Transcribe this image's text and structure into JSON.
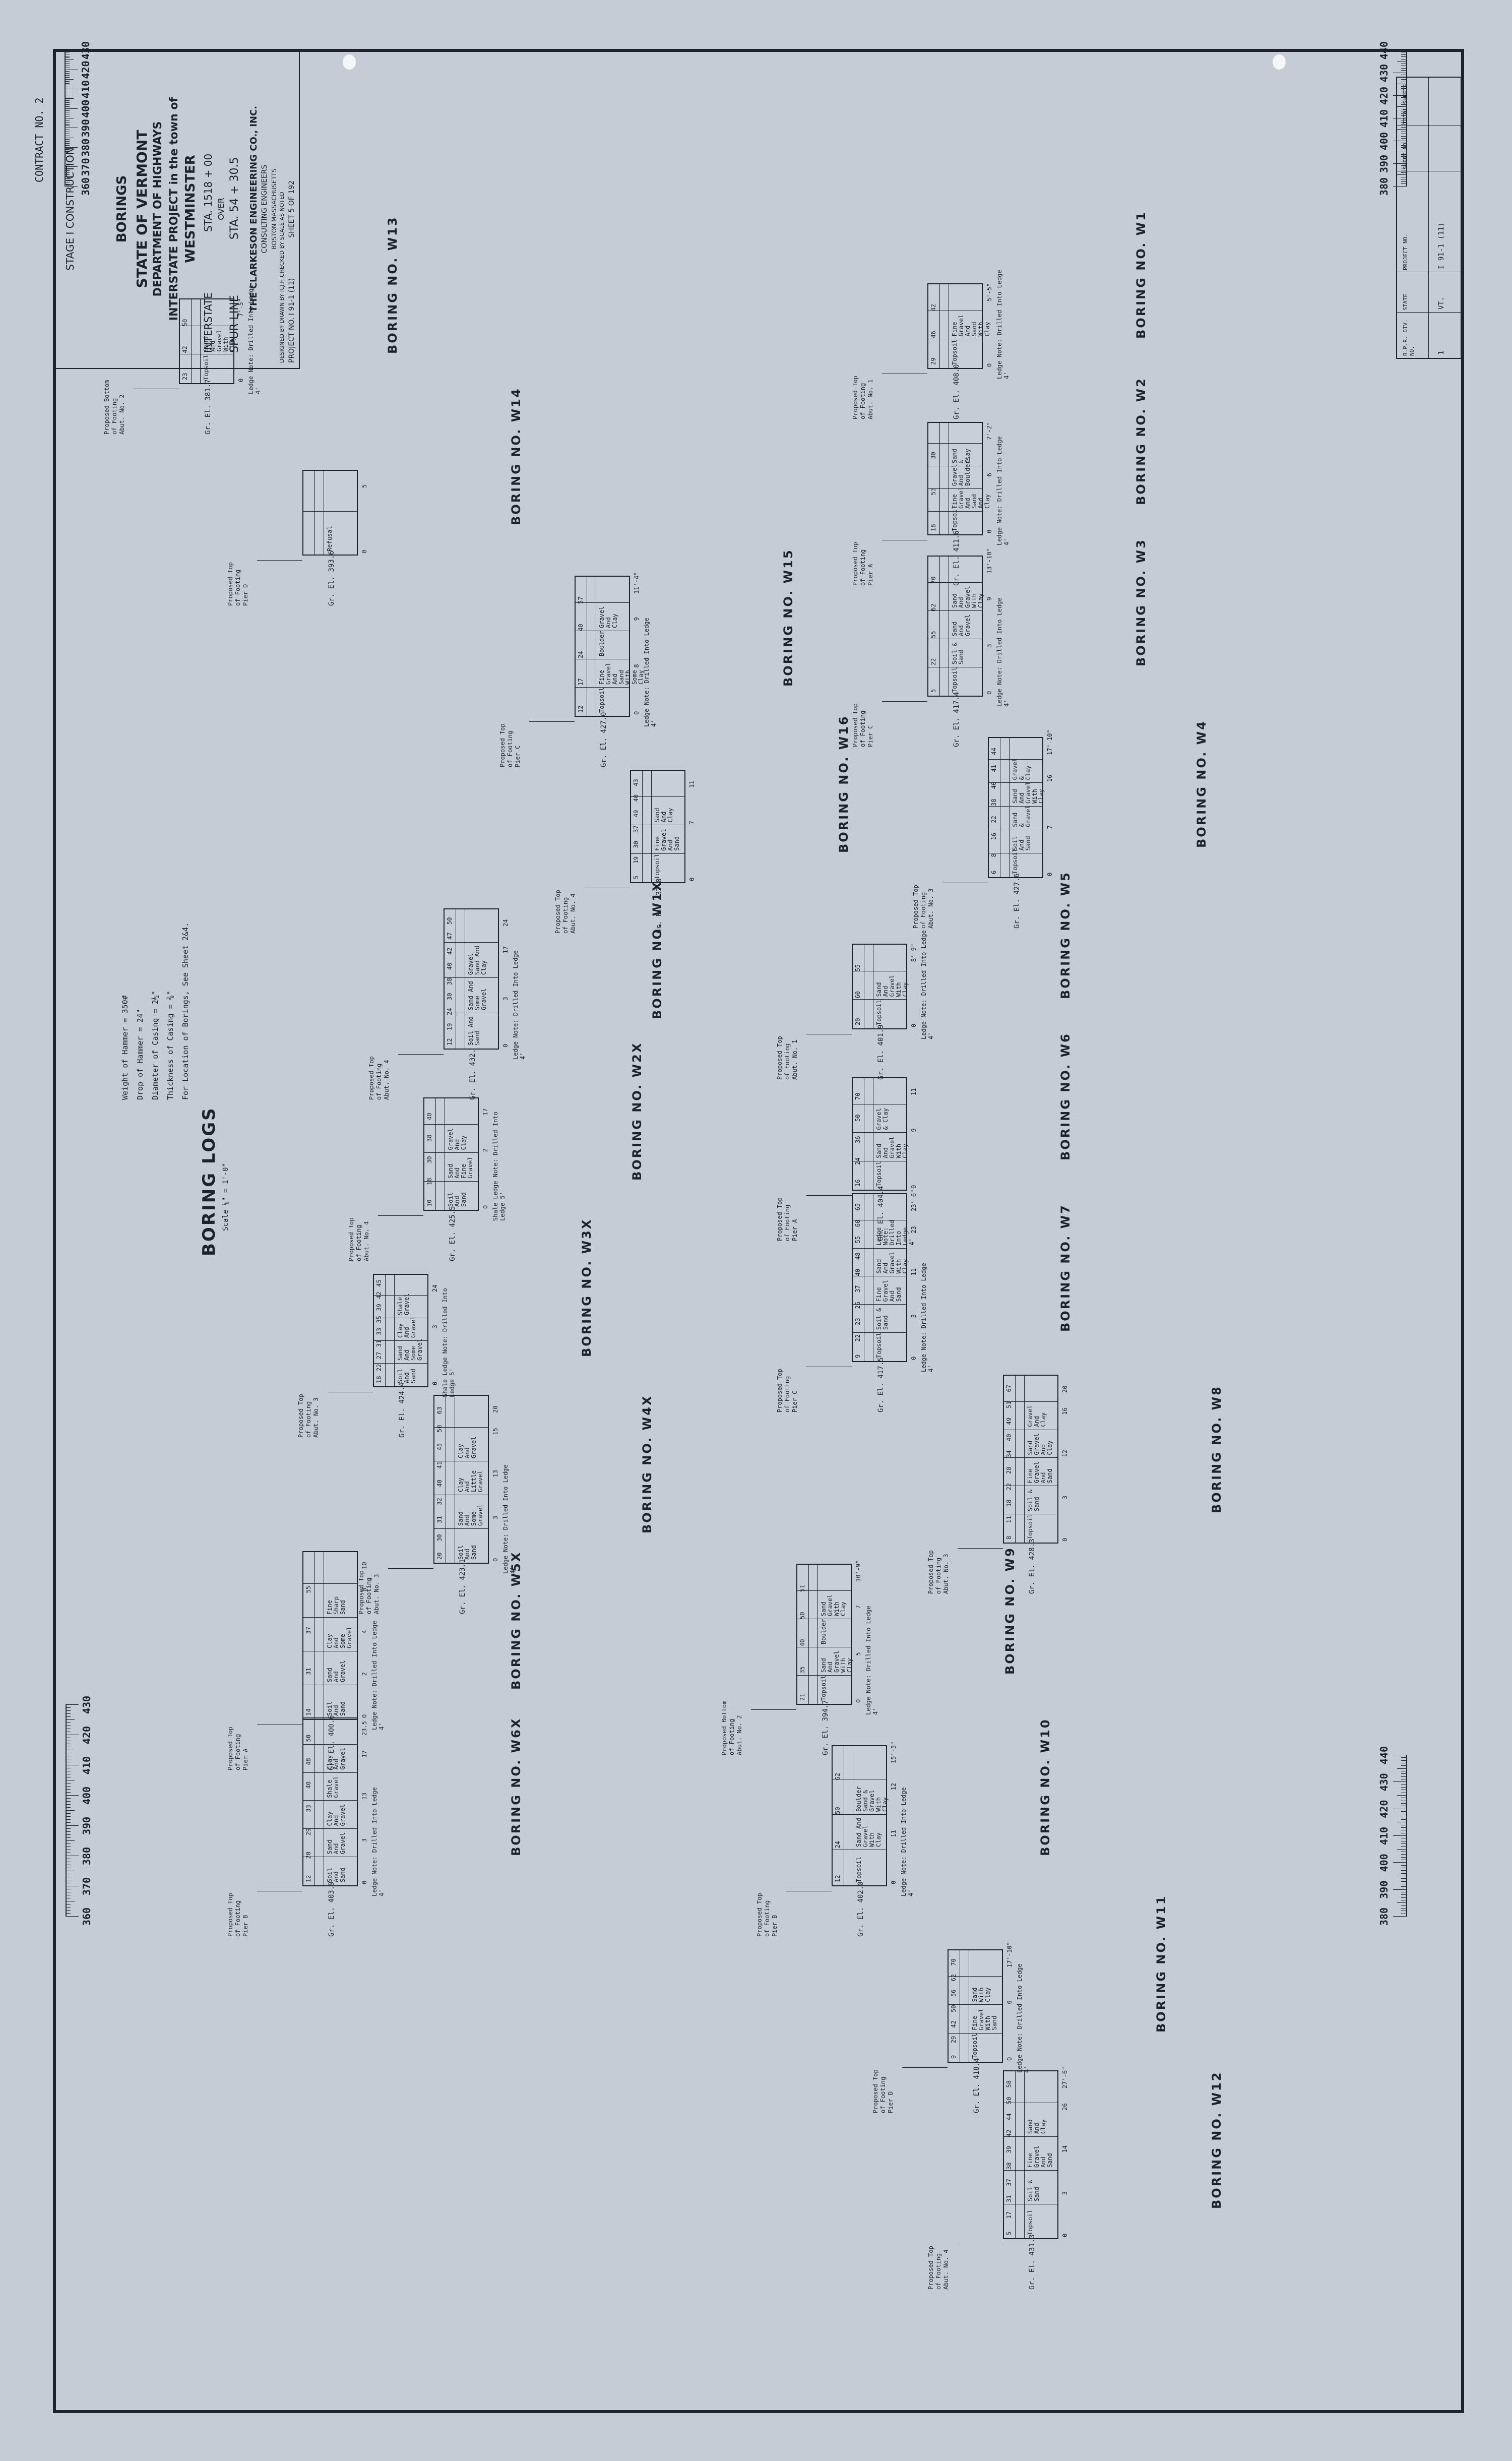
{
  "sheet": {
    "background": "#c4ccd6",
    "ink": "#1d232c",
    "paper": "#f4f6f8"
  },
  "headings": {
    "boring_logs": "BORING LOGS",
    "scale": "Scale ⅛\" = 1'-0\""
  },
  "notes": [
    "Weight of Hammer  =  350#",
    "Drop of Hammer  =  24\"",
    "Diameter of Casing  =  2½\"",
    "Thickness of Casing  =  ⅜\"",
    "For Location of Borings, See Sheet 2&4."
  ],
  "scales": {
    "right_top": [
      "380",
      "390",
      "400",
      "410",
      "420",
      "430",
      "440"
    ],
    "left_top": [
      "360",
      "370",
      "380",
      "390",
      "400",
      "410",
      "420",
      "430"
    ],
    "left_bottom": [
      "360",
      "370",
      "380",
      "390",
      "400",
      "410",
      "420",
      "430"
    ],
    "right_bottom": [
      "380",
      "390",
      "400",
      "410",
      "420",
      "430",
      "440"
    ]
  },
  "borings": [
    {
      "name": "BORING NO. W1",
      "elevation": "Gr. El. 408.0",
      "soils": [
        "Topsoil",
        "Fine Gravel And Sand With Clay"
      ],
      "depths": [
        "0",
        "5'-5\""
      ],
      "rock": "Ledge Note: Drilled Into Ledge 4'",
      "blows": [
        "29",
        "46",
        "42"
      ],
      "footing": [
        "Proposed Top",
        "of Footing",
        "Abut. No. 1"
      ]
    },
    {
      "name": "BORING NO. W2",
      "elevation": "Gr. El. 411.6",
      "soils": [
        "Topsoil",
        "Fine Gravel And Sand And Clay",
        "Gravel And Boulders",
        "Sand & Clay"
      ],
      "depths": [
        "0",
        "6",
        "7'-2\""
      ],
      "rock": "Ledge Note: Drilled Into Ledge 4'",
      "blows": [
        "18",
        "53",
        "30"
      ],
      "footing": [
        "Proposed Top",
        "of Footing",
        "Pier A"
      ]
    },
    {
      "name": "BORING NO. W3",
      "elevation": "Gr. El. 417.4",
      "soils": [
        "Topsoil",
        "Soil & Sand",
        "Sand And Gravel",
        "Sand And Gravel With Clay"
      ],
      "depths": [
        "0",
        "3",
        "9",
        "13'-10\""
      ],
      "rock": "Ledge Note: Drilled Into Ledge 4'",
      "blows": [
        "5",
        "22",
        "55",
        "62",
        "70"
      ],
      "footing": [
        "Proposed Top",
        "of Footing",
        "Pier C"
      ]
    },
    {
      "name": "BORING NO. W4",
      "elevation": "Gr. El. 427.6",
      "soils": [
        "Topsoil",
        "Soil And Sand",
        "Sand & Gravel",
        "Sand And Gravel With Clay",
        "Gravel & Clay"
      ],
      "depths": [
        "0",
        "7",
        "16",
        "17'-10\""
      ],
      "rock": "",
      "blows": [
        "6",
        "8",
        "16",
        "22",
        "38",
        "40",
        "41",
        "44"
      ],
      "footing": [
        "Proposed Top",
        "of Footing",
        "Abut. No. 3"
      ]
    },
    {
      "name": "BORING NO. W5",
      "elevation": "Gr. El. 401.9",
      "soils": [
        "Topsoil",
        "Sand And Gravel With Clay"
      ],
      "depths": [
        "0",
        "8'-9\""
      ],
      "rock": "Ledge Note: Drilled Into Ledge 4'",
      "blows": [
        "20",
        "60",
        "55"
      ],
      "footing": [
        "Proposed Top",
        "of Footing",
        "Abut. No. 1"
      ]
    },
    {
      "name": "BORING NO. W6",
      "elevation": "Gr. El. 404.4",
      "soils": [
        "Topsoil",
        "Sand And Gravel With Clay",
        "Gravel & Clay"
      ],
      "depths": [
        "0",
        "9",
        "11"
      ],
      "rock": "",
      "blows": [
        "16",
        "24",
        "36",
        "50",
        "70"
      ],
      "footing": [
        "Proposed Top",
        "of Footing",
        "Pier A"
      ]
    },
    {
      "name": "BORING NO. W7",
      "elevation": "Gr. El. 417.5",
      "soils": [
        "Topsoil",
        "Soil & Sand",
        "Fine Gravel And Sand",
        "Sand And Gravel With Clay",
        "Ledge Note: Drilled Into Ledge 4'"
      ],
      "depths": [
        "0",
        "3",
        "11",
        "23",
        "23'-6\""
      ],
      "rock": "Ledge Note: Drilled Into Ledge 4'",
      "blows": [
        "9",
        "22",
        "23",
        "26",
        "37",
        "40",
        "48",
        "55",
        "60",
        "65"
      ],
      "footing": [
        "Proposed Top",
        "of Footing",
        "Pier C"
      ]
    },
    {
      "name": "BORING NO. W8",
      "elevation": "Gr. El. 428.3",
      "soils": [
        "Topsoil",
        "Soil & Sand",
        "Fine Gravel And Sand",
        "Sand Gravel And Clay",
        "Gravel And Clay"
      ],
      "depths": [
        "0",
        "3",
        "12",
        "16",
        "20"
      ],
      "rock": "",
      "blows": [
        "8",
        "11",
        "18",
        "22",
        "28",
        "34",
        "40",
        "49",
        "51",
        "67"
      ],
      "footing": [
        "Proposed Top",
        "of Footing",
        "Abut. No. 3"
      ]
    },
    {
      "name": "BORING NO. W9",
      "elevation": "Gr. El. 394.7",
      "soils": [
        "Topsoil",
        "Sand And Gravel With Clay",
        "Boulder",
        "Sand Gravel With Clay"
      ],
      "depths": [
        "0",
        "5",
        "7",
        "10'-9\""
      ],
      "rock": "Ledge Note: Drilled Into Ledge 4'",
      "blows": [
        "21",
        "35",
        "40",
        "50",
        "51"
      ],
      "footing": [
        "Proposed Bottom",
        "of Footing",
        "Abut. No. 2"
      ]
    },
    {
      "name": "BORING NO. W10",
      "elevation": "Gr. El. 402.0",
      "soils": [
        "Topsoil",
        "Sand And Gravel With Clay",
        "Boulder Sand & Gravel With Clay"
      ],
      "depths": [
        "0",
        "11",
        "12",
        "15'-5\""
      ],
      "rock": "Ledge Note: Drilled Into Ledge 4'",
      "blows": [
        "12",
        "24",
        "50",
        "62"
      ],
      "footing": [
        "Proposed Top",
        "of Footing",
        "Pier B"
      ]
    },
    {
      "name": "BORING NO. W11",
      "elevation": "Gr. El. 418.4",
      "soils": [
        "Topsoil",
        "Fine Gravel With Sand",
        "Sand With Clay"
      ],
      "depths": [
        "0",
        "6",
        "17'-10\""
      ],
      "rock": "Ledge Note: Drilled Into Ledge 4'",
      "blows": [
        "9",
        "29",
        "42",
        "50",
        "56",
        "62",
        "70"
      ],
      "footing": [
        "Proposed Top",
        "of Footing",
        "Pier D"
      ]
    },
    {
      "name": "BORING NO. W12",
      "elevation": "Gr. El. 431.3",
      "soils": [
        "Topsoil",
        "Soil & Sand",
        "Fine Gravel And Sand",
        "Sand And Clay"
      ],
      "depths": [
        "0",
        "3",
        "14",
        "26",
        "27'-6\""
      ],
      "rock": "",
      "blows": [
        "5",
        "17",
        "31",
        "37",
        "38",
        "39",
        "42",
        "44",
        "50",
        "58"
      ],
      "footing": [
        "Proposed Top",
        "of Footing",
        "Abut. No. 4"
      ]
    },
    {
      "name": "BORING NO. W13",
      "elevation": "Gr. El. 381.7",
      "soils": [
        "Topsoil",
        "Sand And Gravel With Clay"
      ],
      "depths": [
        "0",
        "7'-5\""
      ],
      "rock": "Ledge Note: Drilled Into Ledge 4'",
      "blows": [
        "23",
        "42",
        "50"
      ],
      "footing": [
        "Proposed Bottom",
        "of Footing",
        "Abut. No. 2"
      ]
    },
    {
      "name": "BORING NO. W14",
      "elevation": "Gr. El. 393.6",
      "soils": [
        "Refusal"
      ],
      "depths": [
        "0",
        "5"
      ],
      "rock": "",
      "blows": [],
      "footing": [
        "Proposed Top",
        "of Footing",
        "Pier D"
      ]
    },
    {
      "name": "BORING NO. W15",
      "elevation": "Gr. El. 427.0",
      "soils": [
        "Topsoil",
        "Fine Gravel And Sand With Some Clay",
        "Boulder",
        "Gravel And Clay"
      ],
      "depths": [
        "0",
        "8",
        "9",
        "11'-4\""
      ],
      "rock": "Ledge Note: Drilled Into Ledge 4'",
      "blows": [
        "12",
        "17",
        "24",
        "40",
        "57"
      ],
      "footing": [
        "Proposed Top",
        "of Footing",
        "Pier C"
      ]
    },
    {
      "name": "BORING NO. W16",
      "elevation": "Gr. El. 437.0",
      "soils": [
        "Topsoil",
        "Fine Gravel And Sand",
        "Sand And Clay"
      ],
      "depths": [
        "0",
        "7",
        "11"
      ],
      "rock": "",
      "blows": [
        "5",
        "19",
        "30",
        "37",
        "49",
        "40",
        "43"
      ],
      "footing": [
        "Proposed Top",
        "of Footing",
        "Abut. No. 4"
      ]
    },
    {
      "name": "BORING NO. W1X",
      "elevation": "Gr. El. 432.",
      "soils": [
        "Soil And Sand",
        "Sand And Some Gravel",
        "Gravel Sand And Clay"
      ],
      "depths": [
        "0",
        "3",
        "17",
        "24"
      ],
      "rock": "Ledge Note: Drilled Into Ledge 4'",
      "blows": [
        "12",
        "19",
        "24",
        "30",
        "38",
        "40",
        "42",
        "47",
        "50"
      ],
      "footing": [
        "Proposed Top",
        "of Footing",
        "Abut. No. 4"
      ]
    },
    {
      "name": "BORING NO. W2X",
      "elevation": "Gr. El. 425.5",
      "soils": [
        "Soil And Sand",
        "Sand And Fine Gravel",
        "Gravel And Clay"
      ],
      "depths": [
        "0",
        "2",
        "17"
      ],
      "rock": "Shale Ledge Note: Drilled Into Ledge 5'",
      "blows": [
        "10",
        "18",
        "30",
        "38",
        "40"
      ],
      "footing": [
        "Proposed Top",
        "of Footing",
        "Abut. No. 4"
      ]
    },
    {
      "name": "BORING NO. W3X",
      "elevation": "Gr. El. 424.4",
      "soils": [
        "Soil And Sand",
        "Sand And Some Gravel",
        "Clay And Gravel",
        "Shale Gravel"
      ],
      "depths": [
        "0",
        "3",
        "24"
      ],
      "rock": "Shale Ledge Note: Drilled Into Ledge 5'",
      "blows": [
        "18",
        "22",
        "27",
        "31",
        "33",
        "35",
        "39",
        "42",
        "45"
      ],
      "footing": [
        "Proposed Top",
        "of Footing",
        "Abut. No. 3"
      ]
    },
    {
      "name": "BORING NO. W4X",
      "elevation": "Gr. El. 423.1",
      "soils": [
        "Soil And Sand",
        "Sand And Some Gravel",
        "Clay And Little Gravel",
        "Clay And Gravel"
      ],
      "depths": [
        "0",
        "3",
        "13",
        "15",
        "20"
      ],
      "rock": "Ledge Note: Drilled Into Ledge 4'",
      "blows": [
        "20",
        "30",
        "31",
        "32",
        "40",
        "41",
        "45",
        "50",
        "63"
      ],
      "footing": [
        "Proposed Top",
        "of Footing",
        "Abut. No. 3"
      ]
    },
    {
      "name": "BORING NO. W5X",
      "elevation": "Gr. El. 400.6",
      "soils": [
        "Soil And Sand",
        "Sand And Gravel",
        "Clay And Some Gravel",
        "Fine Sharp Sand"
      ],
      "depths": [
        "0",
        "2",
        "4",
        "8",
        "10"
      ],
      "rock": "Ledge Note: Drilled Into Ledge 4'",
      "blows": [
        "14",
        "31",
        "37",
        "55"
      ],
      "footing": [
        "Proposed Top",
        "of Footing",
        "Pier A"
      ]
    },
    {
      "name": "BORING NO. W6X",
      "elevation": "Gr. El. 403.9",
      "soils": [
        "Soil And Sand",
        "Sand And Gravel",
        "Clay And Gravel",
        "Shale Gravel",
        "Clay And Gravel"
      ],
      "depths": [
        "0",
        "3",
        "13",
        "17",
        "23.5"
      ],
      "rock": "Ledge Note: Drilled Into Ledge 4'",
      "blows": [
        "12",
        "20",
        "29",
        "33",
        "40",
        "48",
        "50"
      ],
      "footing": [
        "Proposed Top",
        "of Footing",
        "Pier B"
      ]
    }
  ],
  "title_block": {
    "stage": "STAGE I CONSTRUCTION",
    "title": "BORINGS",
    "state": "STATE OF VERMONT",
    "dept": "DEPARTMENT OF HIGHWAYS",
    "project": "INTERSTATE PROJECT in the town of",
    "town": "WESTMINSTER",
    "route": "INTERSTATE",
    "route_sta": "STA. 1518 + 00",
    "over": "OVER",
    "spur": "SPUR LINE",
    "spur_sta": "STA. 54 + 30.5",
    "firm": "THE CLARKESON ENGINEERING CO., INC.",
    "firm_sub": "CONSULTING ENGINEERS",
    "city": "BOSTON     MASSACHUSETTS",
    "designed": "DESIGNED BY",
    "drawn": "DRAWN BY R.J.F.",
    "checked": "CHECKED BY",
    "scale_note": "SCALE AS NOTED",
    "project_no": "PROJECT NO. I 91-1 (11)",
    "sheet": "SHEET 5 OF 192",
    "contract": "CONTRACT NO. 2"
  },
  "corner_block": {
    "headers": [
      "B.P.R. DIV. NO.",
      "STATE",
      "PROJECT NO.",
      "SHEET NO.",
      "TOTAL SHEETS"
    ],
    "values": [
      "1",
      "VT.",
      "I 91-1 (11)",
      "",
      ""
    ]
  }
}
